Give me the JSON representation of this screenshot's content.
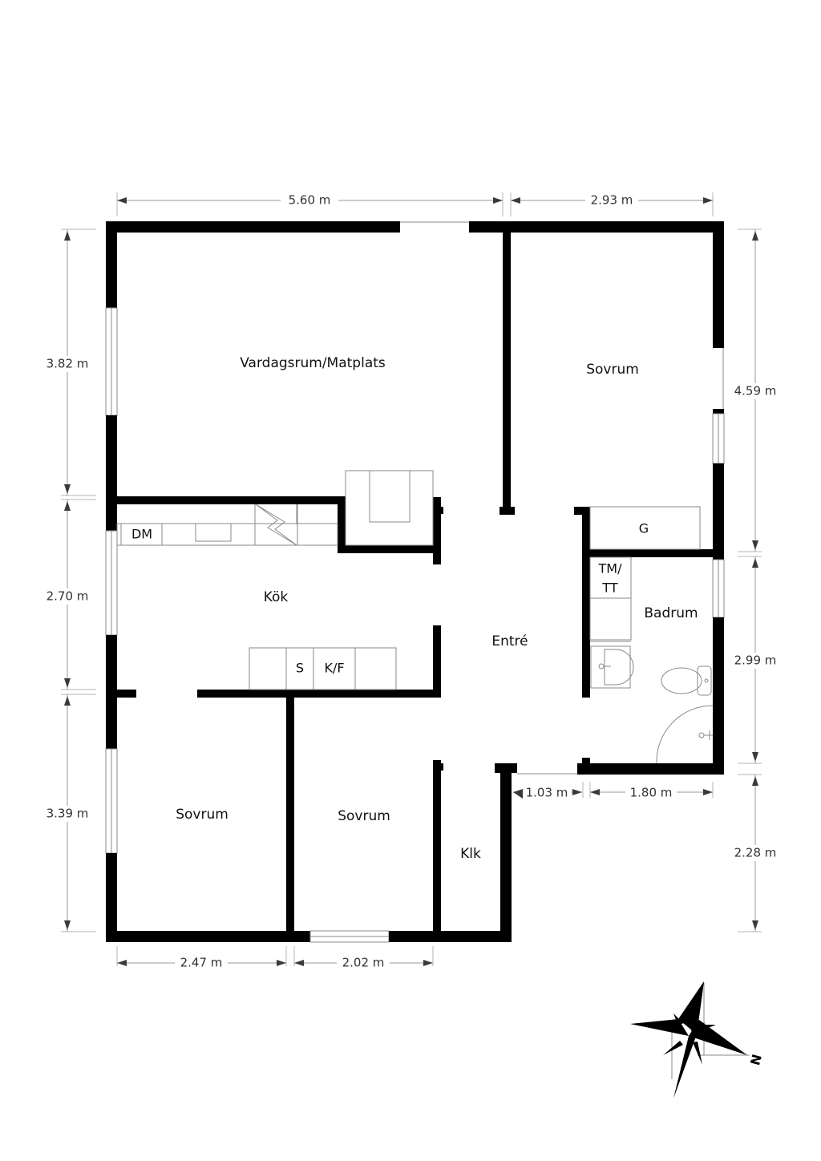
{
  "plan": {
    "rooms": [
      {
        "id": "living",
        "label": "Vardagsrum/Matplats"
      },
      {
        "id": "bedroom-ne",
        "label": "Sovrum"
      },
      {
        "id": "kitchen",
        "label": "Kök"
      },
      {
        "id": "entry",
        "label": "Entré"
      },
      {
        "id": "bathroom",
        "label": "Badrum"
      },
      {
        "id": "bedroom-sw",
        "label": "Sovrum"
      },
      {
        "id": "bedroom-s",
        "label": "Sovrum"
      },
      {
        "id": "closet",
        "label": "Klk"
      }
    ],
    "fixtures": {
      "dishwasher": "DM",
      "wardrobe": "G",
      "washer_dryer_line1": "TM/",
      "washer_dryer_line2": "TT",
      "stove": "S",
      "fridge_freezer": "K/F"
    },
    "dimensions": {
      "top_left": "5.60 m",
      "top_right": "2.93 m",
      "left_top": "3.82 m",
      "left_middle": "2.70 m",
      "left_bottom": "3.39 m",
      "right_top": "4.59 m",
      "right_middle": "2.99 m",
      "right_bottom": "2.28 m",
      "bottom_left": "2.47 m",
      "bottom_middle": "2.02 m",
      "inner_entry": "1.03 m",
      "inner_bath": "1.80 m"
    },
    "compass": {
      "north_label": "N",
      "icon": "compass-rose-icon"
    },
    "colors": {
      "wall": "#000000",
      "fixture_line": "#8a8a8a",
      "dimension_line": "#9a9a9a",
      "background": "#ffffff"
    }
  }
}
